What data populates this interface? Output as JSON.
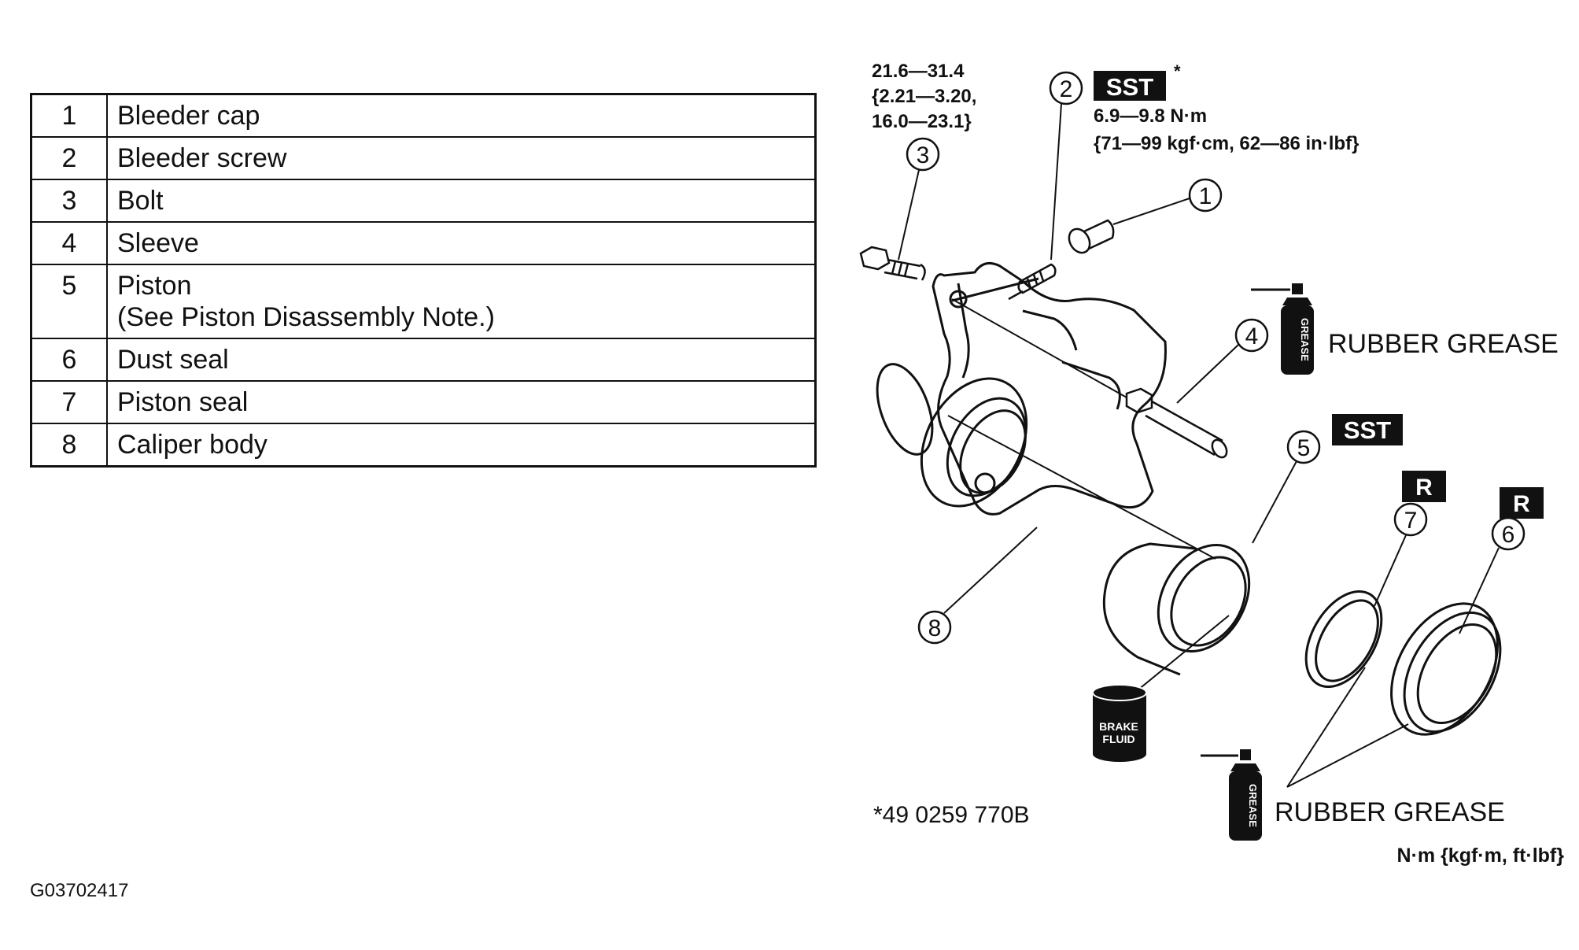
{
  "parts_table": [
    {
      "num": "1",
      "name": "Bleeder cap",
      "note": ""
    },
    {
      "num": "2",
      "name": "Bleeder screw",
      "note": ""
    },
    {
      "num": "3",
      "name": "Bolt",
      "note": ""
    },
    {
      "num": "4",
      "name": "Sleeve",
      "note": ""
    },
    {
      "num": "5",
      "name": "Piston",
      "note": "(See Piston Disassembly Note.)"
    },
    {
      "num": "6",
      "name": "Dust seal",
      "note": ""
    },
    {
      "num": "7",
      "name": "Piston seal",
      "note": ""
    },
    {
      "num": "8",
      "name": "Caliper body",
      "note": ""
    }
  ],
  "diagram": {
    "callouts": [
      "1",
      "2",
      "3",
      "4",
      "5",
      "6",
      "7",
      "8"
    ],
    "torque_bolt": [
      "21.6—31.4",
      "{2.21—3.20,",
      "16.0—23.1}"
    ],
    "torque_bleeder": [
      "6.9—9.8 N·m",
      "{71—99 kgf·cm, 62—86 in·lbf}"
    ],
    "sst_label": "SST",
    "sst_asterisk": "*",
    "replace_label": "R",
    "grease_can_label": "GREASE",
    "rubber_grease_label": "RUBBER GREASE",
    "brake_fluid_label": [
      "BRAKE",
      "FLUID"
    ],
    "sst_number": "*49 0259 770B",
    "units": "N·m {kgf·m, ft·lbf}"
  },
  "figure_code": "G03702417",
  "colors": {
    "ink": "#111111",
    "label_bg": "#111111",
    "label_text": "#ffffff"
  }
}
